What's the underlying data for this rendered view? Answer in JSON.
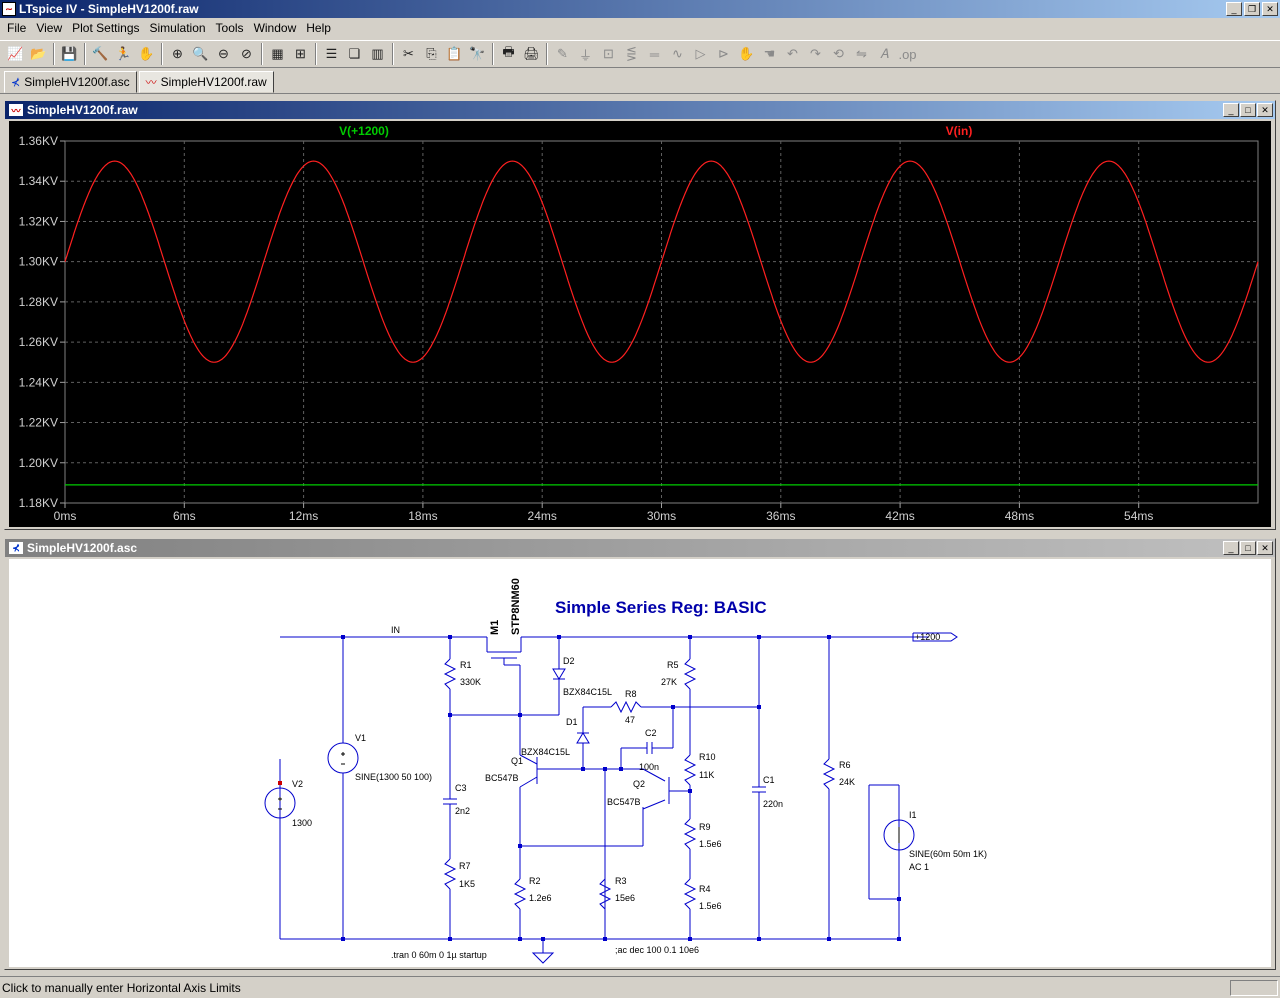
{
  "app": {
    "title": "LTspice IV - SimpleHV1200f.raw",
    "icon_name": "ltspice-app-icon"
  },
  "menu": [
    "File",
    "View",
    "Plot Settings",
    "Simulation",
    "Tools",
    "Window",
    "Help"
  ],
  "toolbar": {
    "icons": [
      "new-schematic-icon",
      "open-icon",
      "save-icon",
      "control-panel-icon",
      "run-icon",
      "halt-icon",
      "zoom-in-icon",
      "zoom-out-icon",
      "zoom-fit-icon",
      "zoom-cancel-icon",
      "autoscale-icon",
      "fit-icon",
      "tile-horizontal-icon",
      "cascade-icon",
      "tile-vertical-icon",
      "cut-icon",
      "copy-icon",
      "paste-icon",
      "find-icon",
      "print-setup-icon",
      "print-icon",
      "draw-wire-icon",
      "ground-icon",
      "label-net-icon",
      "resistor-icon",
      "capacitor-icon",
      "inductor-icon",
      "diode-icon",
      "component-icon",
      "move-icon",
      "drag-icon",
      "undo-icon",
      "redo-icon",
      "rotate-icon",
      "mirror-icon",
      "text-icon",
      "spice-directive-icon"
    ]
  },
  "tabs": [
    {
      "label": "SimpleHV1200f.asc",
      "icon": "schematic-icon",
      "active": false
    },
    {
      "label": "SimpleHV1200f.raw",
      "icon": "waveform-icon",
      "active": true
    }
  ],
  "plot_window": {
    "title": "SimpleHV1200f.raw"
  },
  "schematic_window": {
    "title": "SimpleHV1200f.asc"
  },
  "chart_data": {
    "type": "line",
    "title": "",
    "background": "#000000",
    "grid": true,
    "xlabel": "",
    "ylabel": "",
    "xlim": [
      0,
      60
    ],
    "ylim": [
      1.18,
      1.36
    ],
    "x_ticks": [
      "0ms",
      "6ms",
      "12ms",
      "18ms",
      "24ms",
      "30ms",
      "36ms",
      "42ms",
      "48ms",
      "54ms"
    ],
    "y_ticks": [
      "1.36KV",
      "1.34KV",
      "1.32KV",
      "1.30KV",
      "1.28KV",
      "1.26KV",
      "1.24KV",
      "1.22KV",
      "1.20KV",
      "1.18KV"
    ],
    "series": [
      {
        "name": "V(+1200)",
        "color": "#00cc00",
        "shape": "flat",
        "x": [
          0,
          60
        ],
        "values": [
          1.189,
          1.189
        ]
      },
      {
        "name": "V(in)",
        "color": "#ff2020",
        "shape": "sine",
        "offset_kv": 1.3,
        "amplitude_kv": 0.05,
        "frequency_hz": 100,
        "x_range_ms": [
          0,
          60
        ]
      }
    ]
  },
  "schematic": {
    "title": "Simple Series Reg: BASIC",
    "nets": {
      "in": "IN",
      "out": "+1200"
    },
    "labels": {
      "m1_name": "M1",
      "m1_model": "STP8NM60",
      "r1": "R1",
      "r1_val": "330K",
      "d2": "D2",
      "d2_val": "BZX84C15L",
      "r5": "R5",
      "r5_val": "27K",
      "r8": "R8",
      "r8_val": "47",
      "d1": "D1",
      "d1_val": "BZX84C15L",
      "c2": "C2",
      "c2_val": "100n",
      "v1": "V1",
      "v1_val": "SINE(1300 50 100)",
      "v2": "V2",
      "v2_val": "1300",
      "c3": "C3",
      "c3_val": "2n2",
      "q1": "Q1",
      "q1_val": "BC547B",
      "q2": "Q2",
      "q2_val": "BC547B",
      "r10": "R10",
      "r10_val": "11K",
      "c1": "C1",
      "c1_val": "220n",
      "r6": "R6",
      "r6_val": "24K",
      "i1": "I1",
      "i1_val": "SINE(60m 50m 1K)",
      "i1_ac": "AC 1",
      "r9": "R9",
      "r9_val": "1.5e6",
      "r7": "R7",
      "r7_val": "1K5",
      "r2": "R2",
      "r2_val": "1.2e6",
      "r3": "R3",
      "r3_val": "15e6",
      "r4": "R4",
      "r4_val": "1.5e6"
    },
    "directives": {
      "tran": ".tran 0 60m 0 1µ startup",
      "ac": ";ac dec 100 0.1 10e6"
    }
  },
  "status": {
    "text": "Click to manually enter Horizontal Axis Limits"
  }
}
